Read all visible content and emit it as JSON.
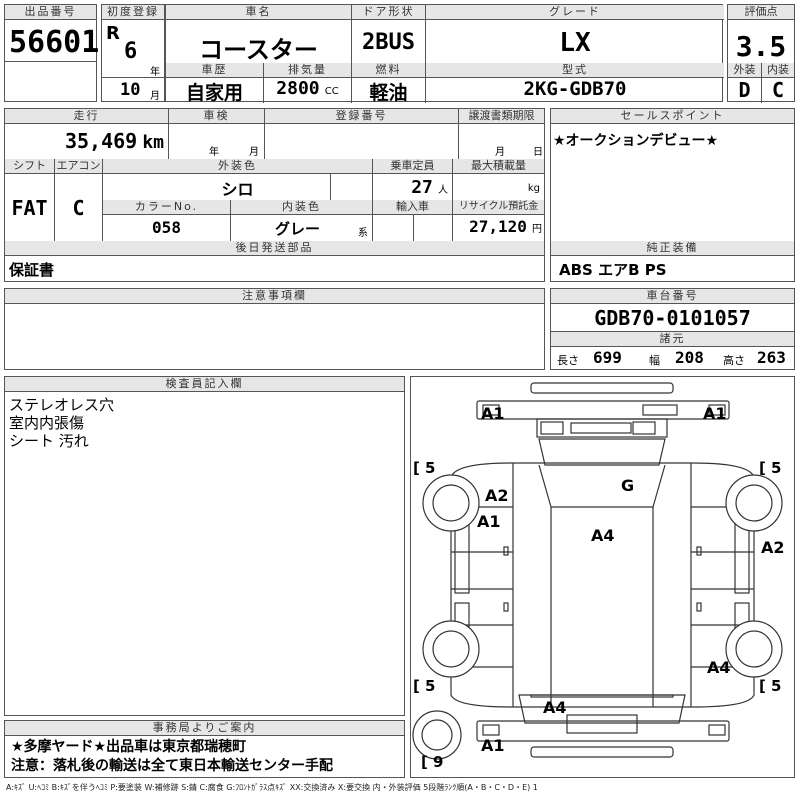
{
  "header": {
    "lot_label": "出品番号",
    "lot_no": "56601",
    "first_reg_label": "初度登録",
    "era": "R",
    "year": "6",
    "year_unit": "年",
    "month": "10",
    "month_unit": "月",
    "car_name_label": "車名",
    "car_name": "コースター",
    "history_label": "車歴",
    "history": "自家用",
    "displacement_label": "排気量",
    "displacement": "2800",
    "displacement_unit": "CC",
    "door_label": "ドア形状",
    "door": "2BUS",
    "fuel_label": "燃料",
    "fuel": "軽油",
    "grade_label": "グレード",
    "grade": "LX",
    "model_label": "型式",
    "model": "2KG-GDB70",
    "score_label": "評価点",
    "score": "3.5",
    "exterior_label": "外装",
    "exterior": "D",
    "interior_label": "内装",
    "interior": "C"
  },
  "mid": {
    "mileage_label": "走行",
    "mileage": "35,469",
    "mileage_unit": "km",
    "inspection_label": "車検",
    "insp_year_unit": "年",
    "insp_month_unit": "月",
    "regno_label": "登録番号",
    "transfer_label": "譲渡書類期限",
    "transfer_month_unit": "月",
    "transfer_day_unit": "日",
    "shift_label": "シフト",
    "shift": "FAT",
    "ac_label": "エアコン",
    "ac": "C",
    "color_label": "外装色",
    "color": "シロ",
    "capacity_label": "乗車定員",
    "capacity": "27",
    "capacity_unit": "人",
    "load_label": "最大積載量",
    "load_unit": "kg",
    "colorno_label": "カラーNo.",
    "colorno": "058",
    "intcolor_label": "内装色",
    "intcolor": "グレー",
    "intcolor_unit": "系",
    "import_label": "輸入車",
    "recycle_label": "リサイクル預託金",
    "recycle": "27,120",
    "recycle_unit": "円",
    "later_label": "後日発送部品",
    "later": "保証書"
  },
  "right": {
    "sales_label": "セールスポイント",
    "sales": "★オークションデビュー★",
    "equip_label": "純正装備",
    "equip": "ABS エアB PS",
    "chassis_label": "車台番号",
    "chassis": "GDB70-0101057",
    "dims_label": "諸元",
    "length_label": "長さ",
    "length": "699",
    "width_label": "幅",
    "width": "208",
    "height_label": "高さ",
    "height": "263"
  },
  "notes": {
    "caution_label": "注意事項欄"
  },
  "inspector": {
    "label": "検査員記入欄",
    "lines": [
      "ステレオレス穴",
      "室内内張傷",
      "シート 汚れ"
    ]
  },
  "office": {
    "label": "事務局よりご案内",
    "line1": "★多摩ヤード★出品車は東京都瑞穂町",
    "line2": "注意：落札後の輸送は全て東日本輸送センター手配"
  },
  "diagram": {
    "marks": {
      "a1_tl": "A1",
      "a1_tr": "A1",
      "a2_l": "A2",
      "a1_l": "A1",
      "g": "G",
      "a4_center": "A4",
      "a2_r": "A2",
      "a4_r": "A4",
      "a4_rear": "A4",
      "a1_rear": "A1"
    },
    "tires": {
      "fl": "5",
      "fr": "5",
      "rl": "5",
      "rr": "5",
      "spare": "9"
    }
  },
  "legend": "A:ｷｽﾞ U:ﾍｺﾐ B:ｷｽﾞを伴うﾍｺﾐ P:要塗装 W:補修跡 S:錆 C:腐食 G:ﾌﾛﾝﾄｶﾞﾗｽ点ｷｽﾞ XX:交換済み X:要交換 内・外装評価 5段階ﾗﾝｸ順(A・B・C・D・E) 1"
}
